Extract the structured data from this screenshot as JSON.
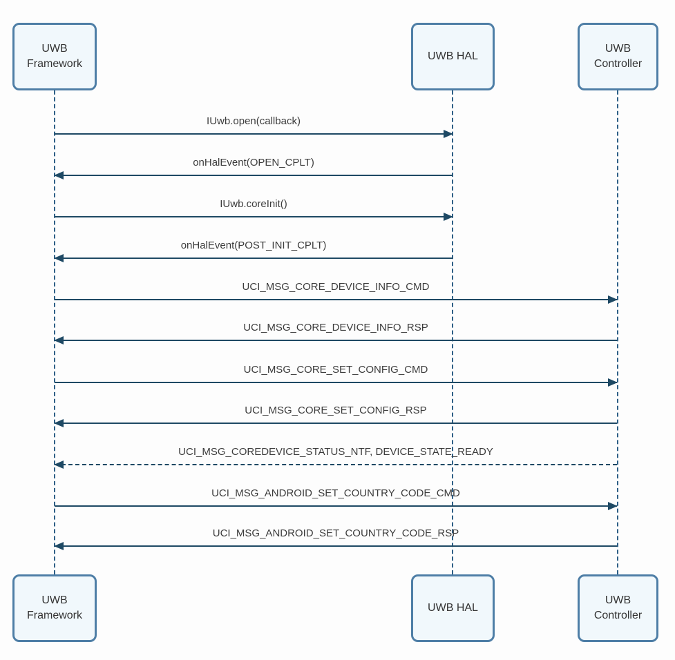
{
  "diagram_type": "sequence",
  "actors": [
    {
      "id": "uwb-framework",
      "label": "UWB\nFramework"
    },
    {
      "id": "uwb-hal",
      "label": "UWB HAL"
    },
    {
      "id": "uwb-controller",
      "label": "UWB\nController"
    }
  ],
  "messages": [
    {
      "label": "IUwb.open(callback)",
      "from": "UWB Framework",
      "to": "UWB HAL",
      "line": "solid"
    },
    {
      "label": "onHalEvent(OPEN_CPLT)",
      "from": "UWB HAL",
      "to": "UWB Framework",
      "line": "solid"
    },
    {
      "label": "IUwb.coreInit()",
      "from": "UWB Framework",
      "to": "UWB HAL",
      "line": "solid"
    },
    {
      "label": "onHalEvent(POST_INIT_CPLT)",
      "from": "UWB HAL",
      "to": "UWB Framework",
      "line": "solid"
    },
    {
      "label": "UCI_MSG_CORE_DEVICE_INFO_CMD",
      "from": "UWB Framework",
      "to": "UWB Controller",
      "line": "solid"
    },
    {
      "label": "UCI_MSG_CORE_DEVICE_INFO_RSP",
      "from": "UWB Controller",
      "to": "UWB Framework",
      "line": "solid"
    },
    {
      "label": "UCI_MSG_CORE_SET_CONFIG_CMD",
      "from": "UWB Framework",
      "to": "UWB Controller",
      "line": "solid"
    },
    {
      "label": "UCI_MSG_CORE_SET_CONFIG_RSP",
      "from": "UWB Controller",
      "to": "UWB Framework",
      "line": "solid"
    },
    {
      "label": "UCI_MSG_COREDEVICE_STATUS_NTF, DEVICE_STATE_READY",
      "from": "UWB Controller",
      "to": "UWB Framework",
      "line": "dashed"
    },
    {
      "label": "UCI_MSG_ANDROID_SET_COUNTRY_CODE_CMD",
      "from": "UWB Framework",
      "to": "UWB Controller",
      "line": "solid"
    },
    {
      "label": "UCI_MSG_ANDROID_SET_COUNTRY_CODE_RSP",
      "from": "UWB Controller",
      "to": "UWB Framework",
      "line": "solid"
    }
  ],
  "colors": {
    "box_border": "#4e7ea6",
    "box_fill": "#f1f8fc",
    "arrow_line": "#1e4964",
    "lifeline": "#2e5f86",
    "text": "#3c3c3c"
  }
}
